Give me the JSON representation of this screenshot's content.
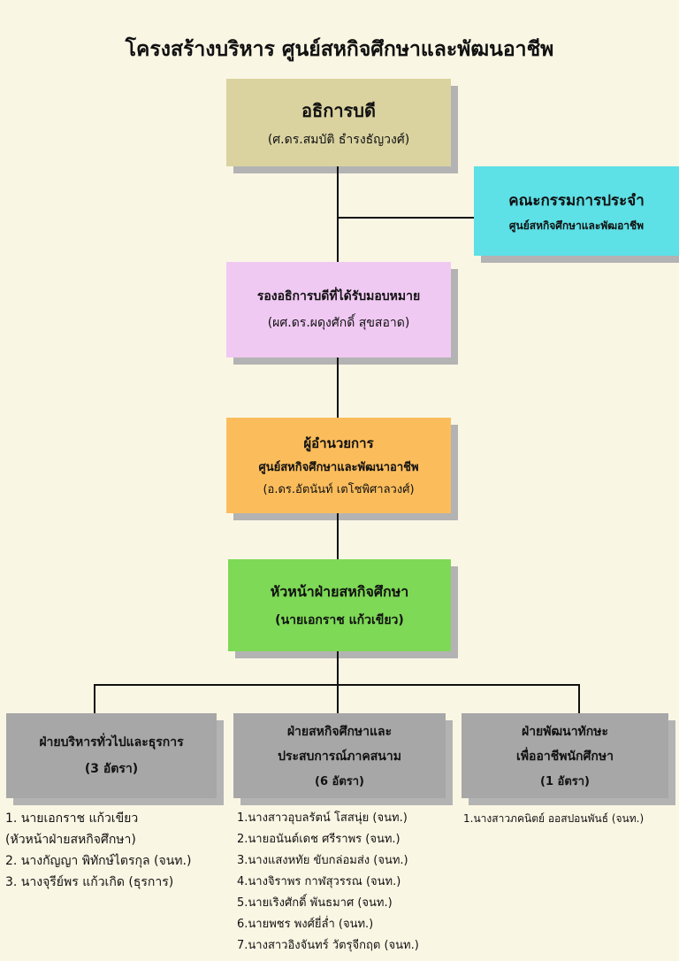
{
  "title": "โครงสร้างบริหาร  ศูนย์สหกิจศึกษาและพัฒนอาชีพ",
  "colors": {
    "background": "#faf6e4",
    "president": "#dad3a0",
    "committee": "#5de0e6",
    "vice_president": "#f0c9f3",
    "director": "#fbbd5c",
    "head": "#7ed956",
    "division": "#a7a7a7",
    "shadow": "#b3b3b3"
  },
  "nodes": {
    "president": {
      "title": "อธิการบดี",
      "name": "(ศ.ดร.สมบัติ  ธำรงธัญวงศ์)"
    },
    "committee": {
      "title": "คณะกรรมการประจำ",
      "subtitle": "ศูนย์สหกิจศึกษาและพัฒอาชีพ"
    },
    "vice_president": {
      "title": "รองอธิการบดีที่ได้รับมอบหมาย",
      "name": "(ผศ.ดร.ผดุงศักดิ์  สุขสอาด)"
    },
    "director": {
      "title": "ผู้อำนวยการ",
      "subtitle": "ศูนย์สหกิจศึกษาและพัฒนาอาชีพ",
      "name": "(อ.ดร.อัตนันท์  เตโชพิศาลวงศ์)"
    },
    "head": {
      "title": "หัวหน้าฝ่ายสหกิจศึกษา",
      "name": "(นายเอกราช  แก้วเขียว)"
    }
  },
  "divisions": [
    {
      "title": "ฝ่ายบริหารทั่วไปและธุรการ",
      "count": "(3 อัตรา)",
      "staff": [
        "1. นายเอกราช  แก้วเขียว",
        "(หัวหน้าฝ่ายสหกิจศึกษา)",
        "2. นางกัญญา  พิทักษ์ไตรกุล (จนท.)",
        "3. นางจุรีย์พร  แก้วเกิด (ธุรการ)"
      ]
    },
    {
      "title": "ฝ่ายสหกิจศึกษาและ",
      "title2": "ประสบการณ์ภาคสนาม",
      "count": "(6 อัตรา)",
      "staff": [
        "1.นางสาวอุบลรัตน์  โสสนุ่ย (จนท.)",
        "2.นายอนันต์เดช  ศรีราพร (จนท.)",
        "3.นางแสงหทัย  ขับกล่อมส่ง (จนท.)",
        "4.นางจิราพร  กาฬสุวรรณ (จนท.)",
        "5.นายเริงศักดิ์  พันธมาศ (จนท.)",
        "6.นายพชร  พงศ์ยี่ล่ำ (จนท.)",
        "7.นางสาวอิงจันทร์ วัตรุจีกฤต (จนท.)"
      ]
    },
    {
      "title": "ฝ่ายพัฒนาทักษะ",
      "title2": "เพื่ออาชีพนักศึกษา",
      "count": "(1 อัตรา)",
      "staff": [
        "1.นางสาวภคนิตย์  ออสปอนพันธ์ (จนท.)"
      ]
    }
  ]
}
